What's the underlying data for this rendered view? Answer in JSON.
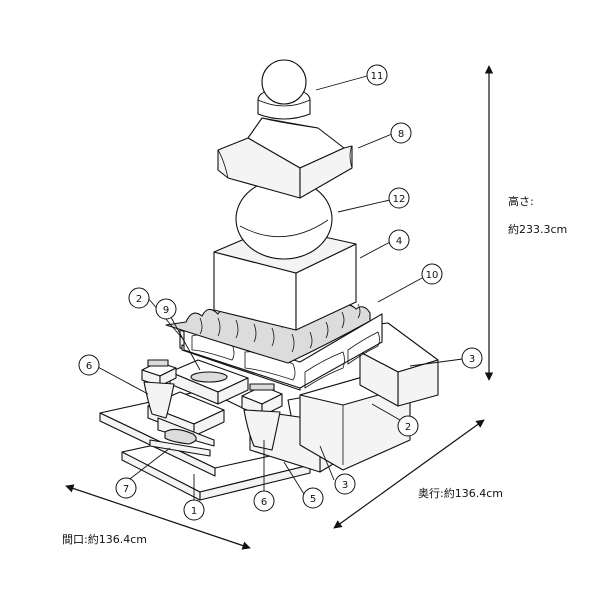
{
  "callouts": [
    "1",
    "2",
    "3",
    "4",
    "5",
    "6",
    "7",
    "8",
    "9",
    "10",
    "11",
    "12"
  ],
  "dimensions": {
    "height_label": "高さ:",
    "height_value": "約233.3cm",
    "depth_label": "奥行:約136.4cm",
    "width_label": "間口:約136.4cm"
  }
}
